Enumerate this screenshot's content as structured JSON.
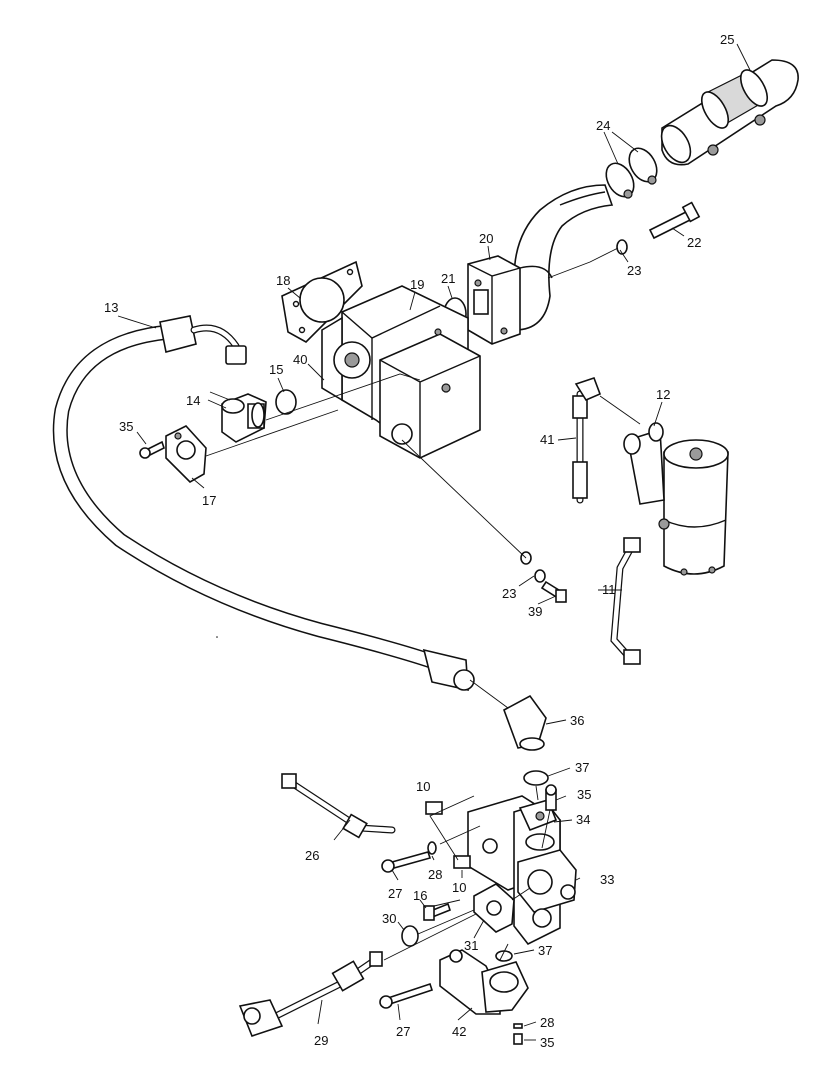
{
  "diagram": {
    "callouts": [
      "25",
      "24",
      "22",
      "23",
      "20",
      "21",
      "18",
      "19",
      "13",
      "40",
      "15",
      "14",
      "35",
      "17",
      "12",
      "41",
      "23",
      "39",
      "11",
      "36",
      "37",
      "10",
      "35",
      "34",
      "26",
      "28",
      "33",
      "27",
      "10",
      "16",
      "30",
      "31",
      "37",
      "29",
      "27",
      "42",
      "28",
      "35"
    ]
  }
}
